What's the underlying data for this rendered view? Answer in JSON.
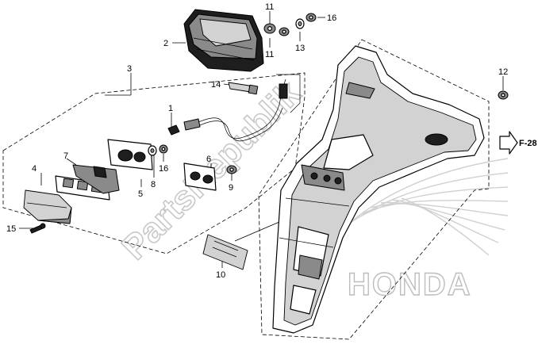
{
  "watermark": {
    "text": "PartsRepublik"
  },
  "brand": {
    "text": "HONDA"
  },
  "reference": {
    "label": "F-28"
  },
  "callouts": [
    {
      "id": "c1",
      "label": "1"
    },
    {
      "id": "c2",
      "label": "2"
    },
    {
      "id": "c3",
      "label": "3"
    },
    {
      "id": "c4",
      "label": "4"
    },
    {
      "id": "c5",
      "label": "5"
    },
    {
      "id": "c6",
      "label": "6"
    },
    {
      "id": "c7",
      "label": "7"
    },
    {
      "id": "c8",
      "label": "8"
    },
    {
      "id": "c9",
      "label": "9"
    },
    {
      "id": "c10",
      "label": "10"
    },
    {
      "id": "c11a",
      "label": "11"
    },
    {
      "id": "c11b",
      "label": "11"
    },
    {
      "id": "c12",
      "label": "12"
    },
    {
      "id": "c13",
      "label": "13"
    },
    {
      "id": "c14",
      "label": "14"
    },
    {
      "id": "c15",
      "label": "15"
    },
    {
      "id": "c16a",
      "label": "16"
    },
    {
      "id": "c16b",
      "label": "16"
    }
  ]
}
